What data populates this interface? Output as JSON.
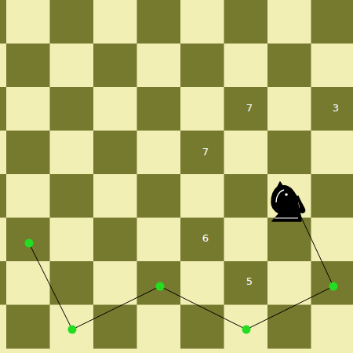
{
  "diagram": {
    "labels": [
      "7",
      "3",
      "7",
      "6",
      "5"
    ]
  }
}
